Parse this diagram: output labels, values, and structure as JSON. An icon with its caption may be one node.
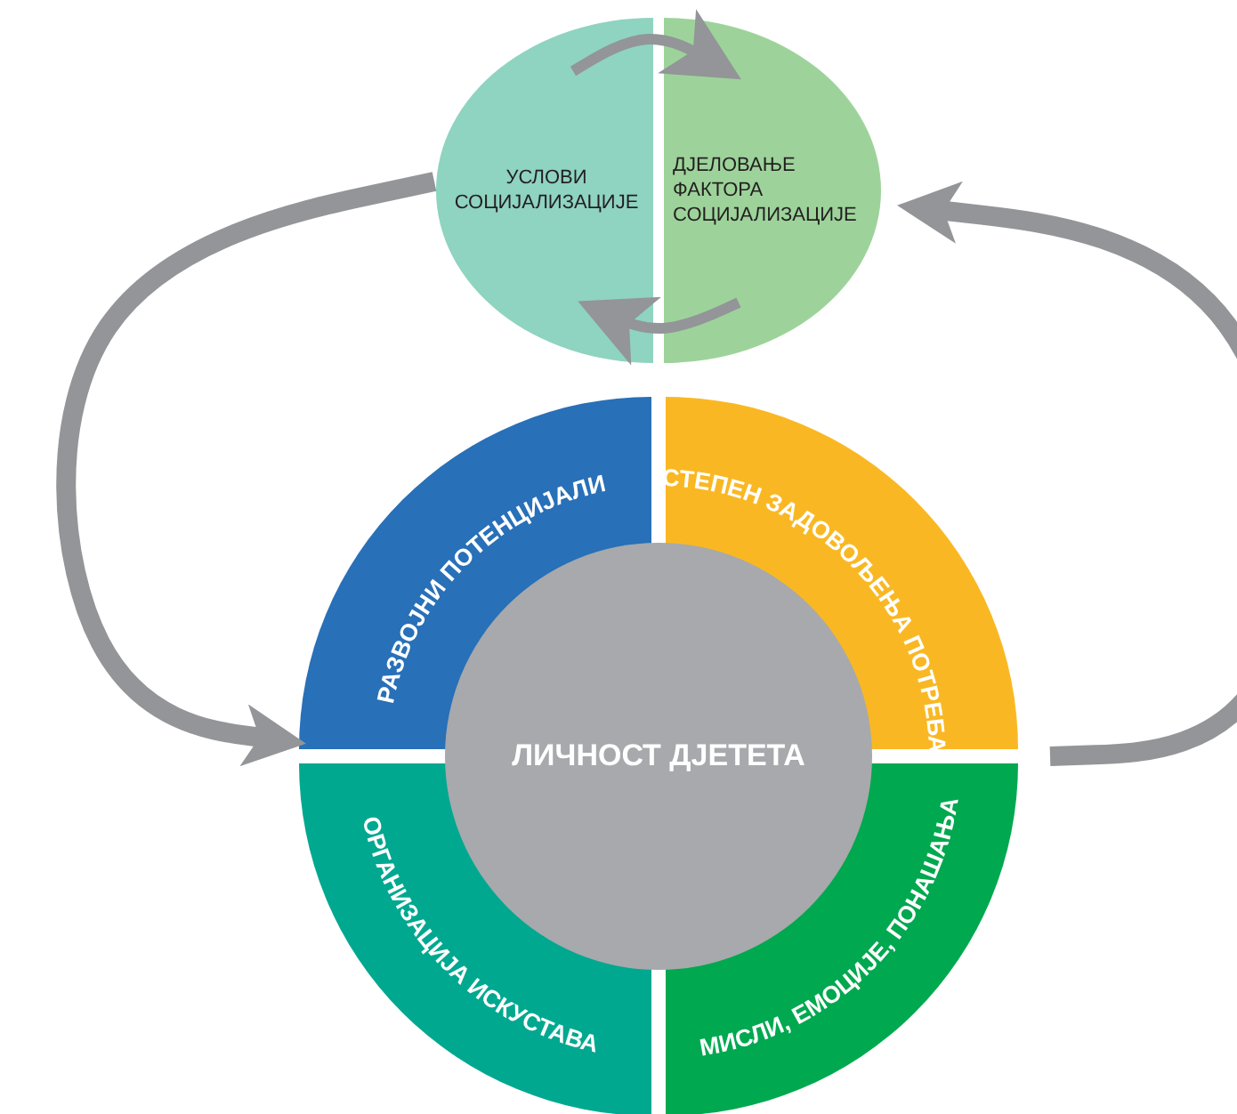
{
  "diagram": {
    "nodes": [
      {
        "text": [
          "УСЛОВИ СОЦИЈАЛИЗАЦИЈЕ"
        ]
      },
      {
        "text": [
          "ДЈЕЛОВАЊЕ ФАКТОРА СОЦИЈАЛИЗАЦИЈЕ"
        ]
      },
      {
        "text": [
          "РАЗВОЈНИ ПОТЕНЦИЈАЛИ"
        ]
      },
      {
        "text": [
          "СТЕПЕН ЗАДОВОЉЕЊА ПОТРЕБА"
        ]
      },
      {
        "text": [
          "ЛИЧНОСТ ДЈЕТЕТА"
        ]
      },
      {
        "text": [
          "ОРГАНИЗАЦИЈА ИСКУСТАВА"
        ]
      },
      {
        "text": [
          "МИСЛИ, ЕМОЦИЈЕ, ПОНАШАЊА"
        ]
      }
    ],
    "edges": [
      {
        "from": 0,
        "to": 1,
        "arrow": "to"
      },
      {
        "from": 1,
        "to": 0,
        "arrow": "to"
      },
      {
        "from": 0,
        "to": 2,
        "arrow": "to",
        "style": "thick"
      },
      {
        "from": 3,
        "to": 1,
        "arrow": "to",
        "style": "thick"
      }
    ]
  }
}
